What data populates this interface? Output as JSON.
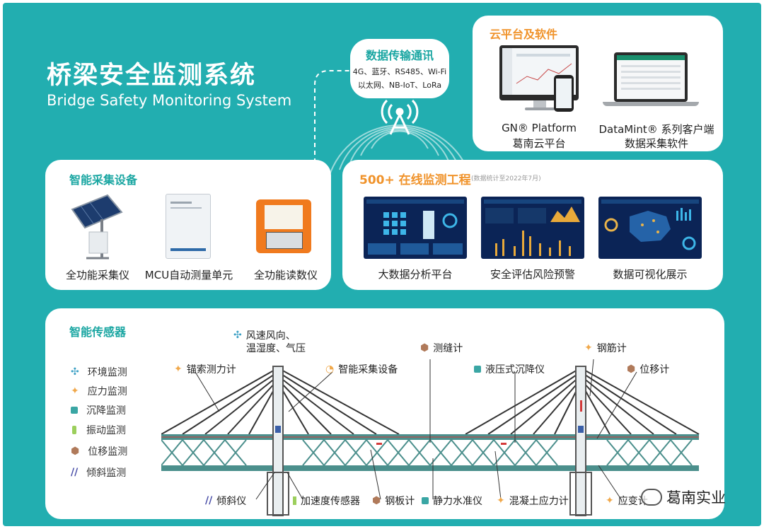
{
  "header": {
    "title_cn": "桥梁安全监测系统",
    "title_en": "Bridge Safety Monitoring System"
  },
  "data_transmission": {
    "title": "数据传输通讯",
    "line1": "4G、蓝牙、RS485、Wi-Fi",
    "line2": "以太网、NB-IoT、LoRa"
  },
  "cloud": {
    "title": "云平台及软件",
    "items": [
      {
        "line1": "GN® Platform",
        "line2": "葛南云平台"
      },
      {
        "line1": "DataMint® 系列客户端",
        "line2": "数据采集软件"
      }
    ]
  },
  "devices": {
    "title": "智能采集设备",
    "items": [
      "全功能采集仪",
      "MCU自动测量单元",
      "全功能读数仪"
    ]
  },
  "projects": {
    "title": "500+ 在线监测工程",
    "note": "(数据统计至2022年7月)",
    "items": [
      "大数据分析平台",
      "安全评估风险预警",
      "数据可视化展示"
    ]
  },
  "sensors": {
    "title": "智能传感器",
    "legend": [
      {
        "label": "环境监测",
        "icon": "fan-icon",
        "color": "#3a9fc4"
      },
      {
        "label": "应力监测",
        "icon": "star-icon",
        "color": "#f0a84b"
      },
      {
        "label": "沉降监测",
        "icon": "square-icon",
        "color": "#3aa6a4"
      },
      {
        "label": "振动监测",
        "icon": "bar-icon",
        "color": "#9ccf5c"
      },
      {
        "label": "位移监测",
        "icon": "hex-icon",
        "color": "#b07a5a"
      },
      {
        "label": "倾斜监测",
        "icon": "slash-icon",
        "color": "#4a4fa8"
      }
    ],
    "labels": {
      "wind_l1": "风速风向、",
      "wind_l2": "温湿度、气压",
      "anchor": "锚索测力计",
      "collector": "智能采集设备",
      "crack": "测缝计",
      "hydro": "液压式沉降仪",
      "rebar": "钢筋计",
      "disp": "位移计",
      "tilt": "倾斜仪",
      "accel": "加速度传感器",
      "steel": "钢板计",
      "level": "静力水准仪",
      "concrete": "混凝土应力计",
      "strain": "应变计"
    }
  },
  "watermark": "葛南实业"
}
